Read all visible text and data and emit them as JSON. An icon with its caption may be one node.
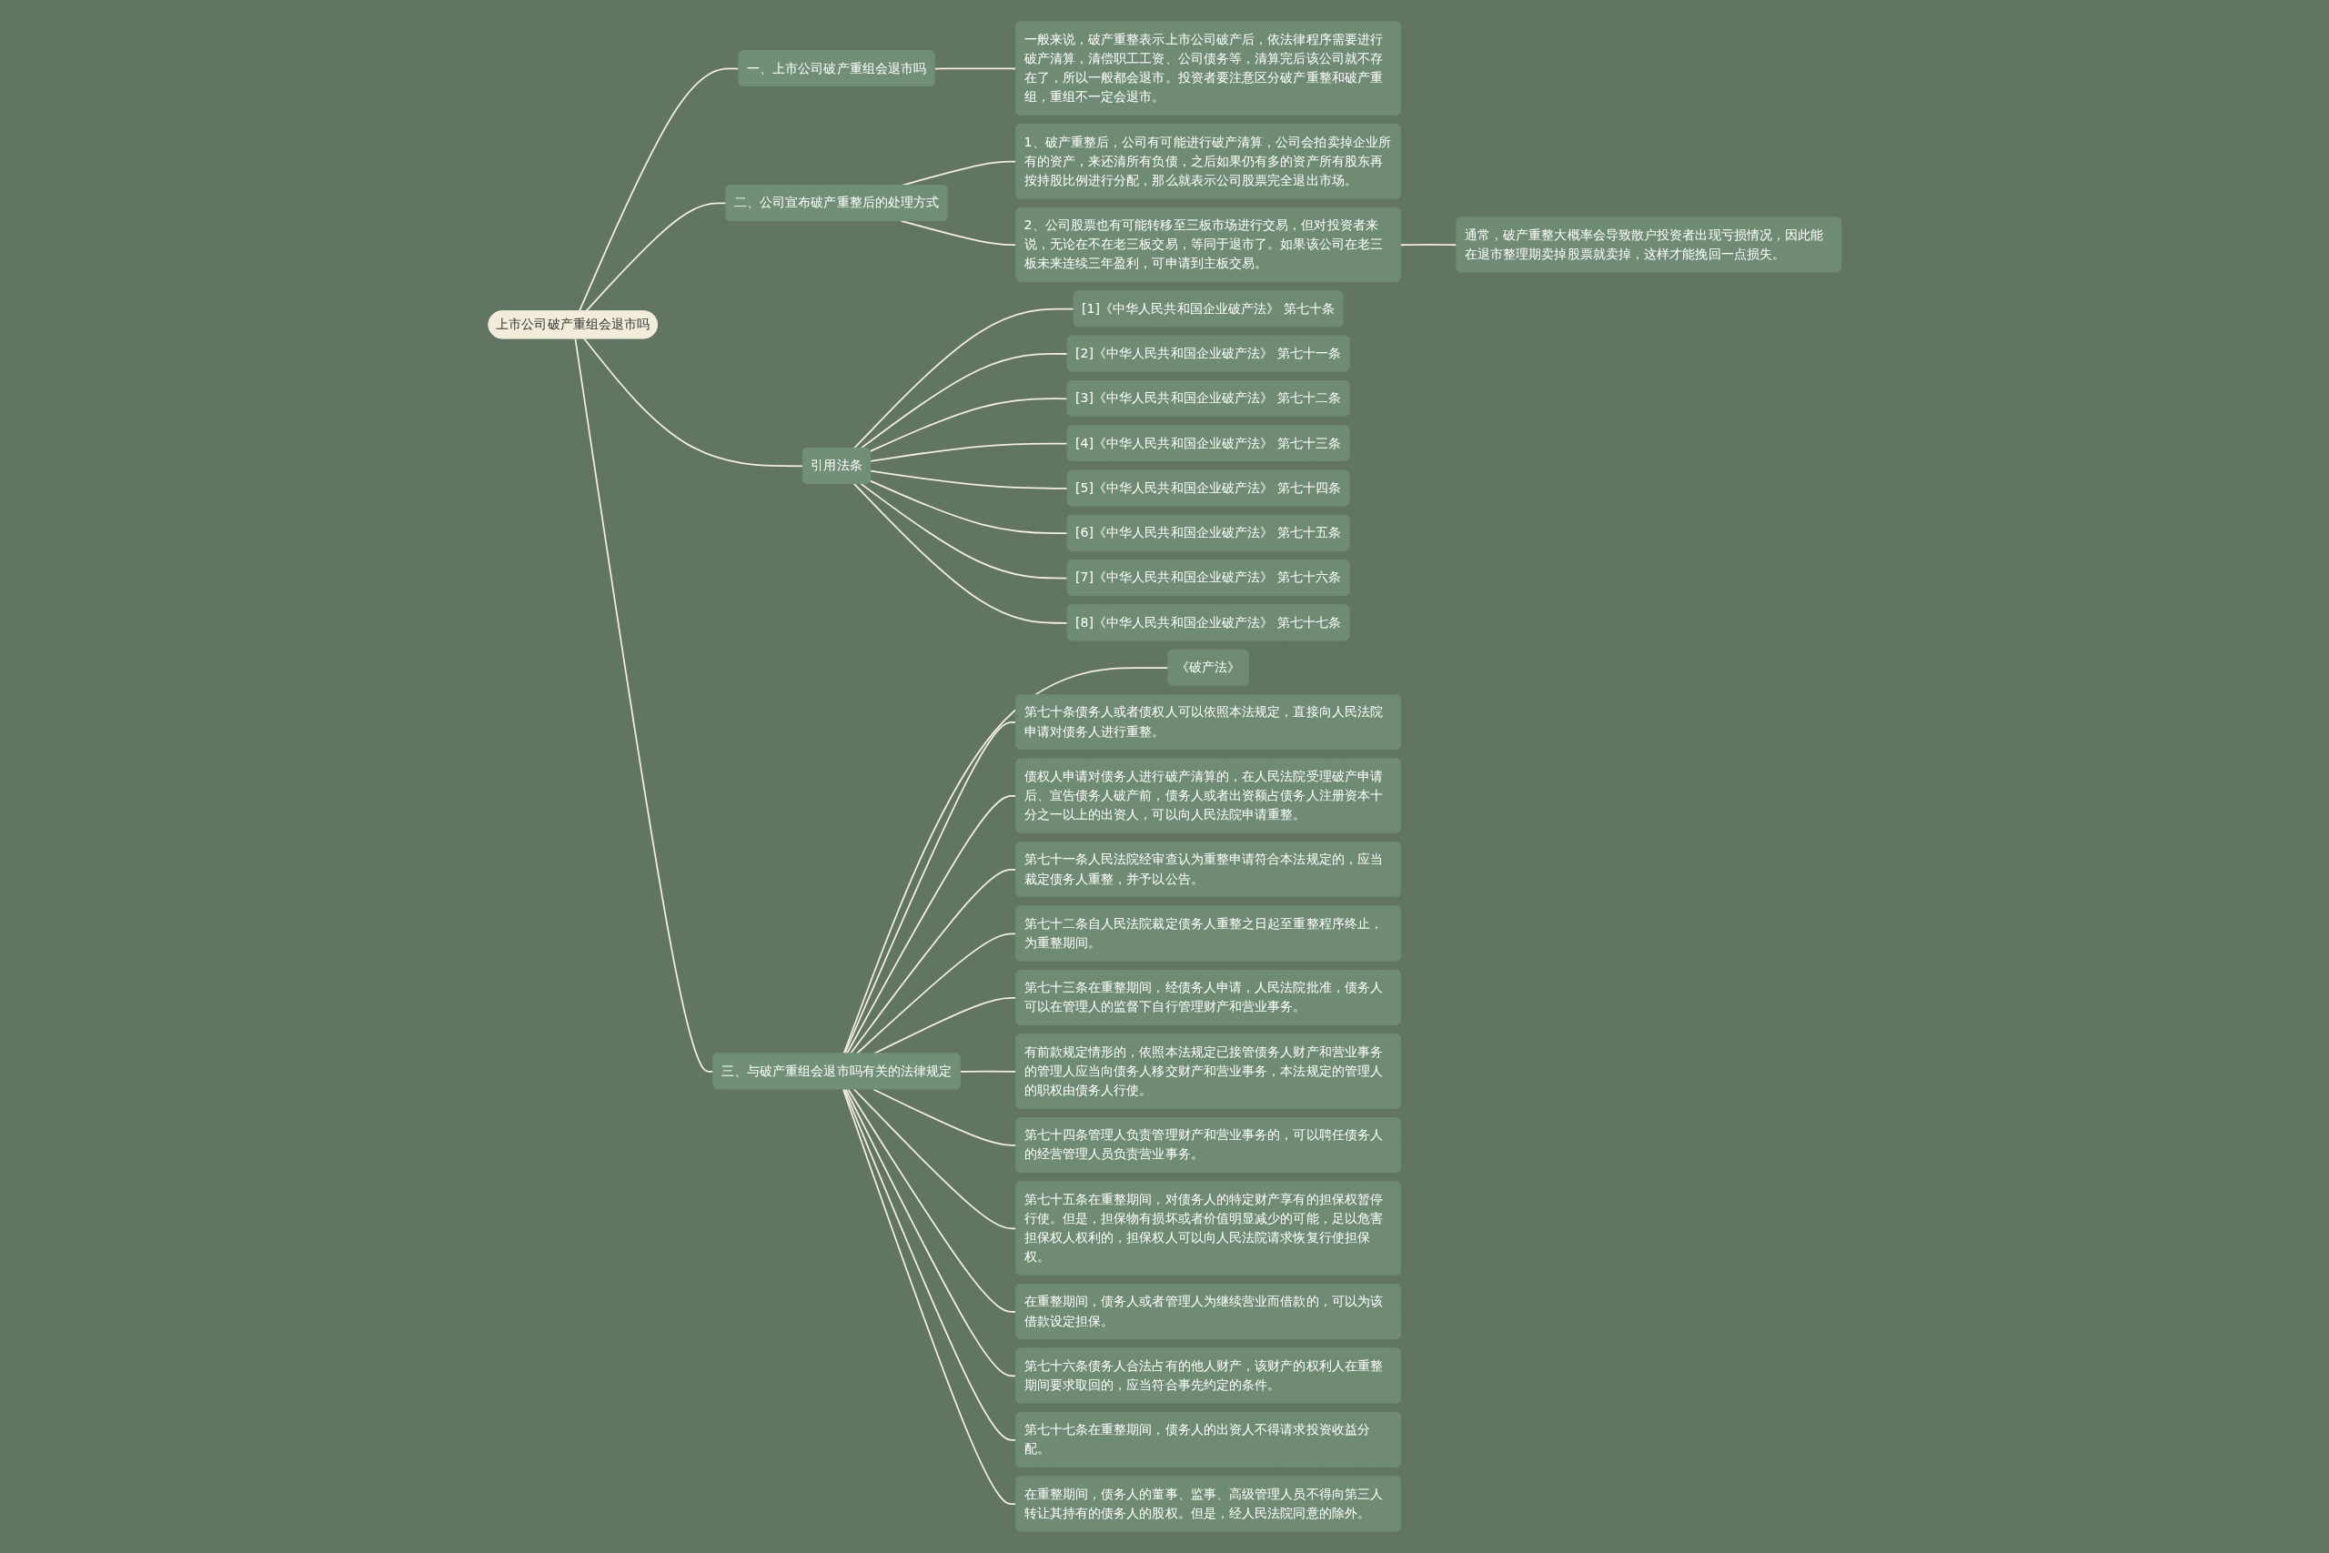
{
  "diagram": {
    "nodes": [
      {
        "text": [
          "上市公司破产重组会退市吗"
        ]
      },
      {
        "text": [
          "一、上市公司破产重组会退市吗"
        ]
      },
      {
        "text": [
          "一般来说，破产重整表示上市公司破产后，依法律程序需要进行破产清算，清偿职工工资、公司债务等，清算完后该公司就不存在了，所以一般都会退市。投资者要注意区分破产重整和破产重组，重组不一定会退市。"
        ]
      },
      {
        "text": [
          "二、公司宣布破产重整后的处理方式"
        ]
      },
      {
        "text": [
          "1、破产重整后，公司有可能进行破产清算，公司会拍卖掉企业所有的资产，来还清所有负债，之后如果仍有多的资产所有股东再按持股比例进行分配，那么就表示公司股票完全退出市场。"
        ]
      },
      {
        "text": [
          "2、公司股票也有可能转移至三板市场进行交易，但对投资者来说，无论在不在老三板交易，等同于退市了。如果该公司在老三板未来连续三年盈利，可申请到主板交易。"
        ]
      },
      {
        "text": [
          "通常，破产重整大概率会导致散户投资者出现亏损情况，因此能在退市整理期卖掉股票就卖掉，这样才能挽回一点损失。"
        ]
      },
      {
        "text": [
          "引用法条"
        ]
      },
      {
        "text": [
          "[1]《中华人民共和国企业破产法》 第七十条"
        ]
      },
      {
        "text": [
          "[2]《中华人民共和国企业破产法》 第七十一条"
        ]
      },
      {
        "text": [
          "[3]《中华人民共和国企业破产法》 第七十二条"
        ]
      },
      {
        "text": [
          "[4]《中华人民共和国企业破产法》 第七十三条"
        ]
      },
      {
        "text": [
          "[5]《中华人民共和国企业破产法》 第七十四条"
        ]
      },
      {
        "text": [
          "[6]《中华人民共和国企业破产法》 第七十五条"
        ]
      },
      {
        "text": [
          "[7]《中华人民共和国企业破产法》 第七十六条"
        ]
      },
      {
        "text": [
          "[8]《中华人民共和国企业破产法》 第七十七条"
        ]
      },
      {
        "text": [
          "三、与破产重组会退市吗有关的法律规定"
        ]
      },
      {
        "text": [
          "《破产法》"
        ]
      },
      {
        "text": [
          "第七十条债务人或者债权人可以依照本法规定，直接向人民法院申请对债务人进行重整。"
        ]
      },
      {
        "text": [
          "债权人申请对债务人进行破产清算的，在人民法院受理破产申请后、宣告债务人破产前，债务人或者出资额占债务人注册资本十分之一以上的出资人，可以向人民法院申请重整。"
        ]
      },
      {
        "text": [
          "第七十一条人民法院经审查认为重整申请符合本法规定的，应当裁定债务人重整，并予以公告。"
        ]
      },
      {
        "text": [
          "第七十二条自人民法院裁定债务人重整之日起至重整程序终止，为重整期间。"
        ]
      },
      {
        "text": [
          "第七十三条在重整期间，经债务人申请，人民法院批准，债务人可以在管理人的监督下自行管理财产和营业事务。"
        ]
      },
      {
        "text": [
          "有前款规定情形的，依照本法规定已接管债务人财产和营业事务的管理人应当向债务人移交财产和营业事务，本法规定的管理人的职权由债务人行使。"
        ]
      },
      {
        "text": [
          "第七十四条管理人负责管理财产和营业事务的，可以聘任债务人的经营管理人员负责营业事务。"
        ]
      },
      {
        "text": [
          "第七十五条在重整期间，对债务人的特定财产享有的担保权暂停行使。但是，担保物有损坏或者价值明显减少的可能，足以危害担保权人权利的，担保权人可以向人民法院请求恢复行使担保权。"
        ]
      },
      {
        "text": [
          "在重整期间，债务人或者管理人为继续营业而借款的，可以为该借款设定担保。"
        ]
      },
      {
        "text": [
          "第七十六条债务人合法占有的他人财产，该财产的权利人在重整期间要求取回的，应当符合事先约定的条件。"
        ]
      },
      {
        "text": [
          "第七十七条在重整期间，债务人的出资人不得请求投资收益分配。"
        ]
      },
      {
        "text": [
          "在重整期间，债务人的董事、监事、高级管理人员不得向第三人转让其持有的债务人的股权。但是，经人民法院同意的除外。"
        ]
      }
    ],
    "edges": [
      {
        "from": 0,
        "to": 1,
        "arrow": "none"
      },
      {
        "from": 1,
        "to": 2,
        "arrow": "none"
      },
      {
        "from": 0,
        "to": 3,
        "arrow": "none"
      },
      {
        "from": 3,
        "to": 4,
        "arrow": "none"
      },
      {
        "from": 3,
        "to": 5,
        "arrow": "none"
      },
      {
        "from": 5,
        "to": 6,
        "arrow": "none"
      },
      {
        "from": 0,
        "to": 7,
        "arrow": "none"
      },
      {
        "from": 7,
        "to": 8,
        "arrow": "none"
      },
      {
        "from": 7,
        "to": 9,
        "arrow": "none"
      },
      {
        "from": 7,
        "to": 10,
        "arrow": "none"
      },
      {
        "from": 7,
        "to": 11,
        "arrow": "none"
      },
      {
        "from": 7,
        "to": 12,
        "arrow": "none"
      },
      {
        "from": 7,
        "to": 13,
        "arrow": "none"
      },
      {
        "from": 7,
        "to": 14,
        "arrow": "none"
      },
      {
        "from": 7,
        "to": 15,
        "arrow": "none"
      },
      {
        "from": 0,
        "to": 16,
        "arrow": "none"
      },
      {
        "from": 16,
        "to": 17,
        "arrow": "none"
      },
      {
        "from": 16,
        "to": 18,
        "arrow": "none"
      },
      {
        "from": 16,
        "to": 19,
        "arrow": "none"
      },
      {
        "from": 16,
        "to": 20,
        "arrow": "none"
      },
      {
        "from": 16,
        "to": 21,
        "arrow": "none"
      },
      {
        "from": 16,
        "to": 22,
        "arrow": "none"
      },
      {
        "from": 16,
        "to": 23,
        "arrow": "none"
      },
      {
        "from": 16,
        "to": 24,
        "arrow": "none"
      },
      {
        "from": 16,
        "to": 25,
        "arrow": "none"
      },
      {
        "from": 16,
        "to": 26,
        "arrow": "none"
      },
      {
        "from": 16,
        "to": 27,
        "arrow": "none"
      },
      {
        "from": 16,
        "to": 28,
        "arrow": "none"
      },
      {
        "from": 16,
        "to": 29,
        "arrow": "none"
      }
    ]
  }
}
